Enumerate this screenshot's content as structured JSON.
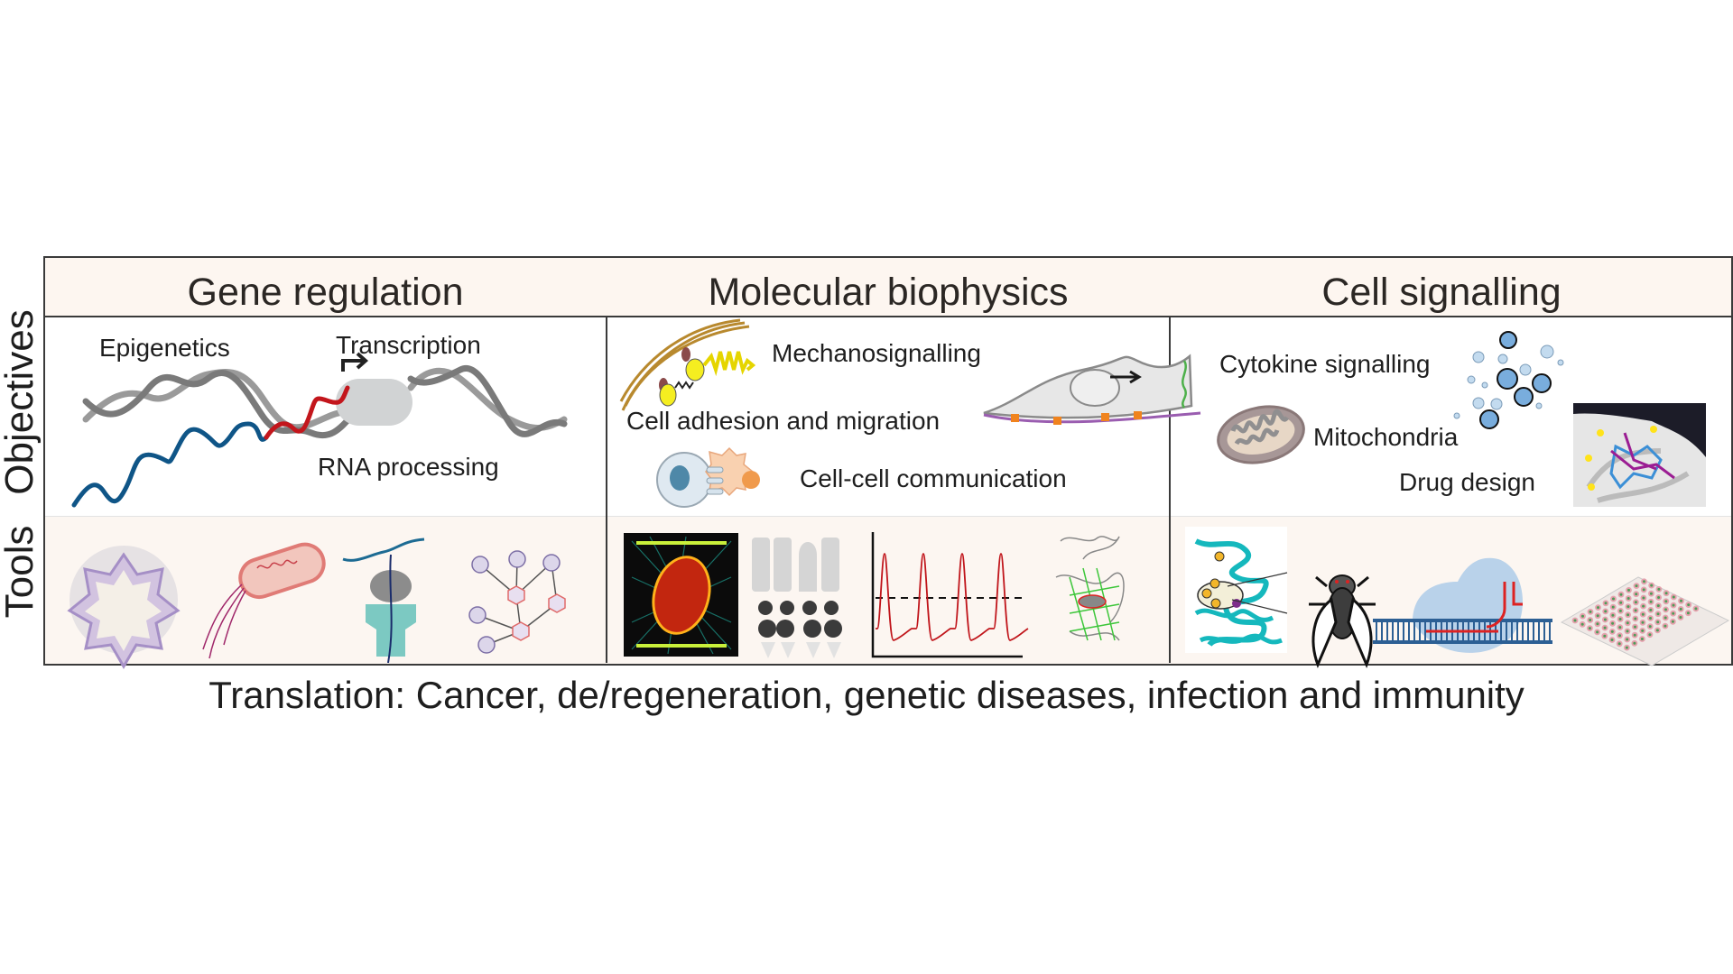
{
  "row_labels": {
    "objectives": "Objectives",
    "tools": "Tools"
  },
  "columns": [
    {
      "title": "Gene regulation",
      "objectives": [
        "Epigenetics",
        "Transcription",
        "RNA processing"
      ],
      "tool_icons": [
        "organoid-icon",
        "bacterium-icon",
        "ribosome-icon",
        "network-graph-icon"
      ]
    },
    {
      "title": "Molecular biophysics",
      "objectives": [
        "Mechanosignalling",
        "Cell adhesion and migration",
        "Cell-cell communication"
      ],
      "tool_icons": [
        "fluorescence-cell-image-icon",
        "membrane-proteins-icon",
        "oscillation-trace-icon",
        "protein-barrel-icon"
      ]
    },
    {
      "title": "Cell signalling",
      "objectives": [
        "Cytokine signalling",
        "Mitochondria",
        "Drug design"
      ],
      "tool_icons": [
        "protein-structure-icon",
        "fruit-fly-icon",
        "crispr-cas-icon",
        "well-plate-icon"
      ]
    }
  ],
  "footer": "Translation: Cancer, de/regeneration, genetic diseases, infection and immunity",
  "colors": {
    "header_bg": "#fdf6f0",
    "tools_bg": "#fcf6f1",
    "border": "#3a3a3a",
    "dna_gray": "#8a8a8a",
    "rna_blue": "#0f5587",
    "rna_red": "#c3161c",
    "trace_red": "#c0141a",
    "cyan_protein": "#13b5b8"
  }
}
